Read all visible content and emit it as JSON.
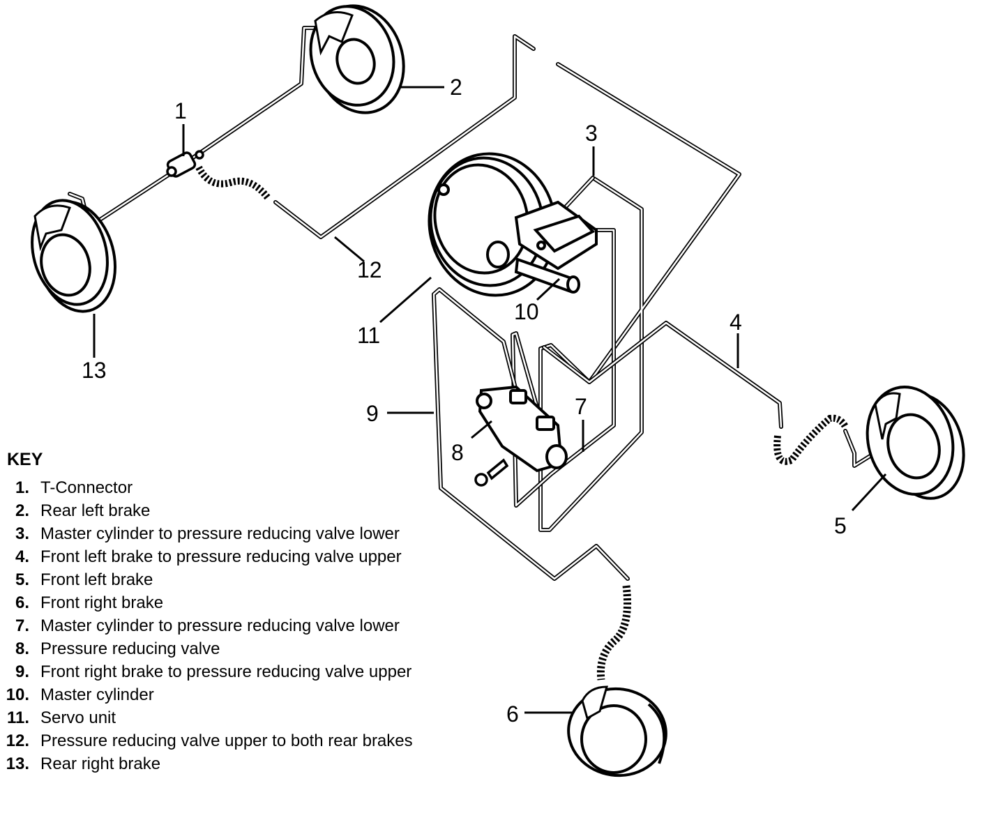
{
  "key": {
    "title": "KEY",
    "items": [
      {
        "num": "1.",
        "text": "T-Connector"
      },
      {
        "num": "2.",
        "text": "Rear left brake"
      },
      {
        "num": "3.",
        "text": "Master cylinder to pressure reducing valve lower"
      },
      {
        "num": "4.",
        "text": "Front left brake to pressure reducing valve upper"
      },
      {
        "num": "5.",
        "text": "Front left brake"
      },
      {
        "num": "6.",
        "text": "Front right brake"
      },
      {
        "num": "7.",
        "text": "Master cylinder to pressure reducing valve lower"
      },
      {
        "num": "8.",
        "text": "Pressure reducing valve"
      },
      {
        "num": "9.",
        "text": "Front right brake to pressure reducing valve upper"
      },
      {
        "num": "10.",
        "text": "Master cylinder"
      },
      {
        "num": "11.",
        "text": "Servo unit"
      },
      {
        "num": "12.",
        "text": "Pressure reducing valve upper to both rear brakes"
      },
      {
        "num": "13.",
        "text": "Rear right brake"
      }
    ]
  },
  "callouts": {
    "c1": "1",
    "c2": "2",
    "c3": "3",
    "c4": "4",
    "c5": "5",
    "c6": "6",
    "c7": "7",
    "c8": "8",
    "c9": "9",
    "c10": "10",
    "c11": "11",
    "c12": "12",
    "c13": "13"
  },
  "colors": {
    "line": "#000000",
    "background": "#ffffff"
  }
}
